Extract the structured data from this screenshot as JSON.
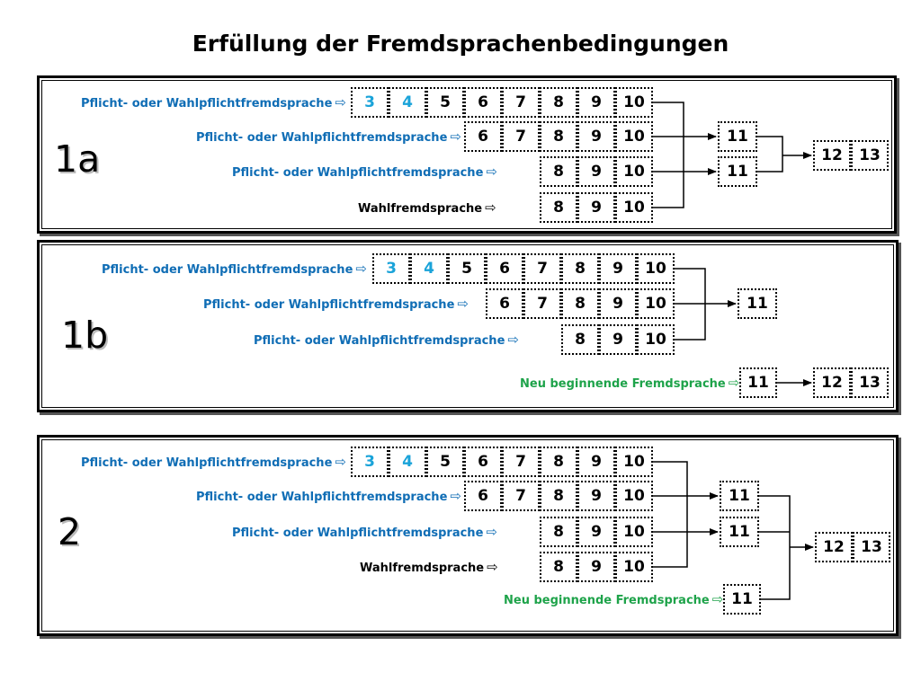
{
  "title": "Erfüllung der Fremdsprachenbedingungen",
  "colors": {
    "blue_label": "#0f6db5",
    "green_label": "#1ea34a",
    "cyan_number": "#1aa3d9"
  },
  "labels": {
    "pflicht_a": "Pflicht- oder Wahlpflichtfremdsprache",
    "wahl": "Wahlfremdsprache",
    "neu": "Neu beginnende Fremdsprache",
    "arrow": "⇨"
  },
  "panels": [
    {
      "id": "1a",
      "label": "1a",
      "rows": [
        {
          "label_key": "pflicht_a",
          "color": "blue",
          "numbers": [
            "3",
            "4",
            "5",
            "6",
            "7",
            "8",
            "9",
            "10"
          ]
        },
        {
          "label_key": "pflicht_a",
          "color": "blue",
          "numbers": [
            "6",
            "7",
            "8",
            "9",
            "10"
          ]
        },
        {
          "label_key": "pflicht_a",
          "color": "blue",
          "numbers": [
            "8",
            "9",
            "10"
          ]
        },
        {
          "label_key": "wahl",
          "color": "black",
          "numbers": [
            "8",
            "9",
            "10"
          ]
        }
      ],
      "eleven": [
        "11",
        "11"
      ],
      "final": [
        "12",
        "13"
      ]
    },
    {
      "id": "1b",
      "label": "1b",
      "rows": [
        {
          "label_key": "pflicht_a",
          "color": "blue",
          "numbers": [
            "3",
            "4",
            "5",
            "6",
            "7",
            "8",
            "9",
            "10"
          ]
        },
        {
          "label_key": "pflicht_a",
          "color": "blue",
          "numbers": [
            "6",
            "7",
            "8",
            "9",
            "10"
          ]
        },
        {
          "label_key": "pflicht_a",
          "color": "blue",
          "numbers": [
            "8",
            "9",
            "10"
          ]
        },
        {
          "label_key": "neu",
          "color": "green",
          "numbers": [
            "11"
          ]
        }
      ],
      "eleven": [
        "11"
      ],
      "final": [
        "12",
        "13"
      ]
    },
    {
      "id": "2",
      "label": "2",
      "rows": [
        {
          "label_key": "pflicht_a",
          "color": "blue",
          "numbers": [
            "3",
            "4",
            "5",
            "6",
            "7",
            "8",
            "9",
            "10"
          ]
        },
        {
          "label_key": "pflicht_a",
          "color": "blue",
          "numbers": [
            "6",
            "7",
            "8",
            "9",
            "10"
          ]
        },
        {
          "label_key": "pflicht_a",
          "color": "blue",
          "numbers": [
            "8",
            "9",
            "10"
          ]
        },
        {
          "label_key": "wahl",
          "color": "black",
          "numbers": [
            "8",
            "9",
            "10"
          ]
        },
        {
          "label_key": "neu",
          "color": "green",
          "numbers": [
            "11"
          ]
        }
      ],
      "eleven": [
        "11",
        "11"
      ],
      "final": [
        "12",
        "13"
      ]
    }
  ]
}
